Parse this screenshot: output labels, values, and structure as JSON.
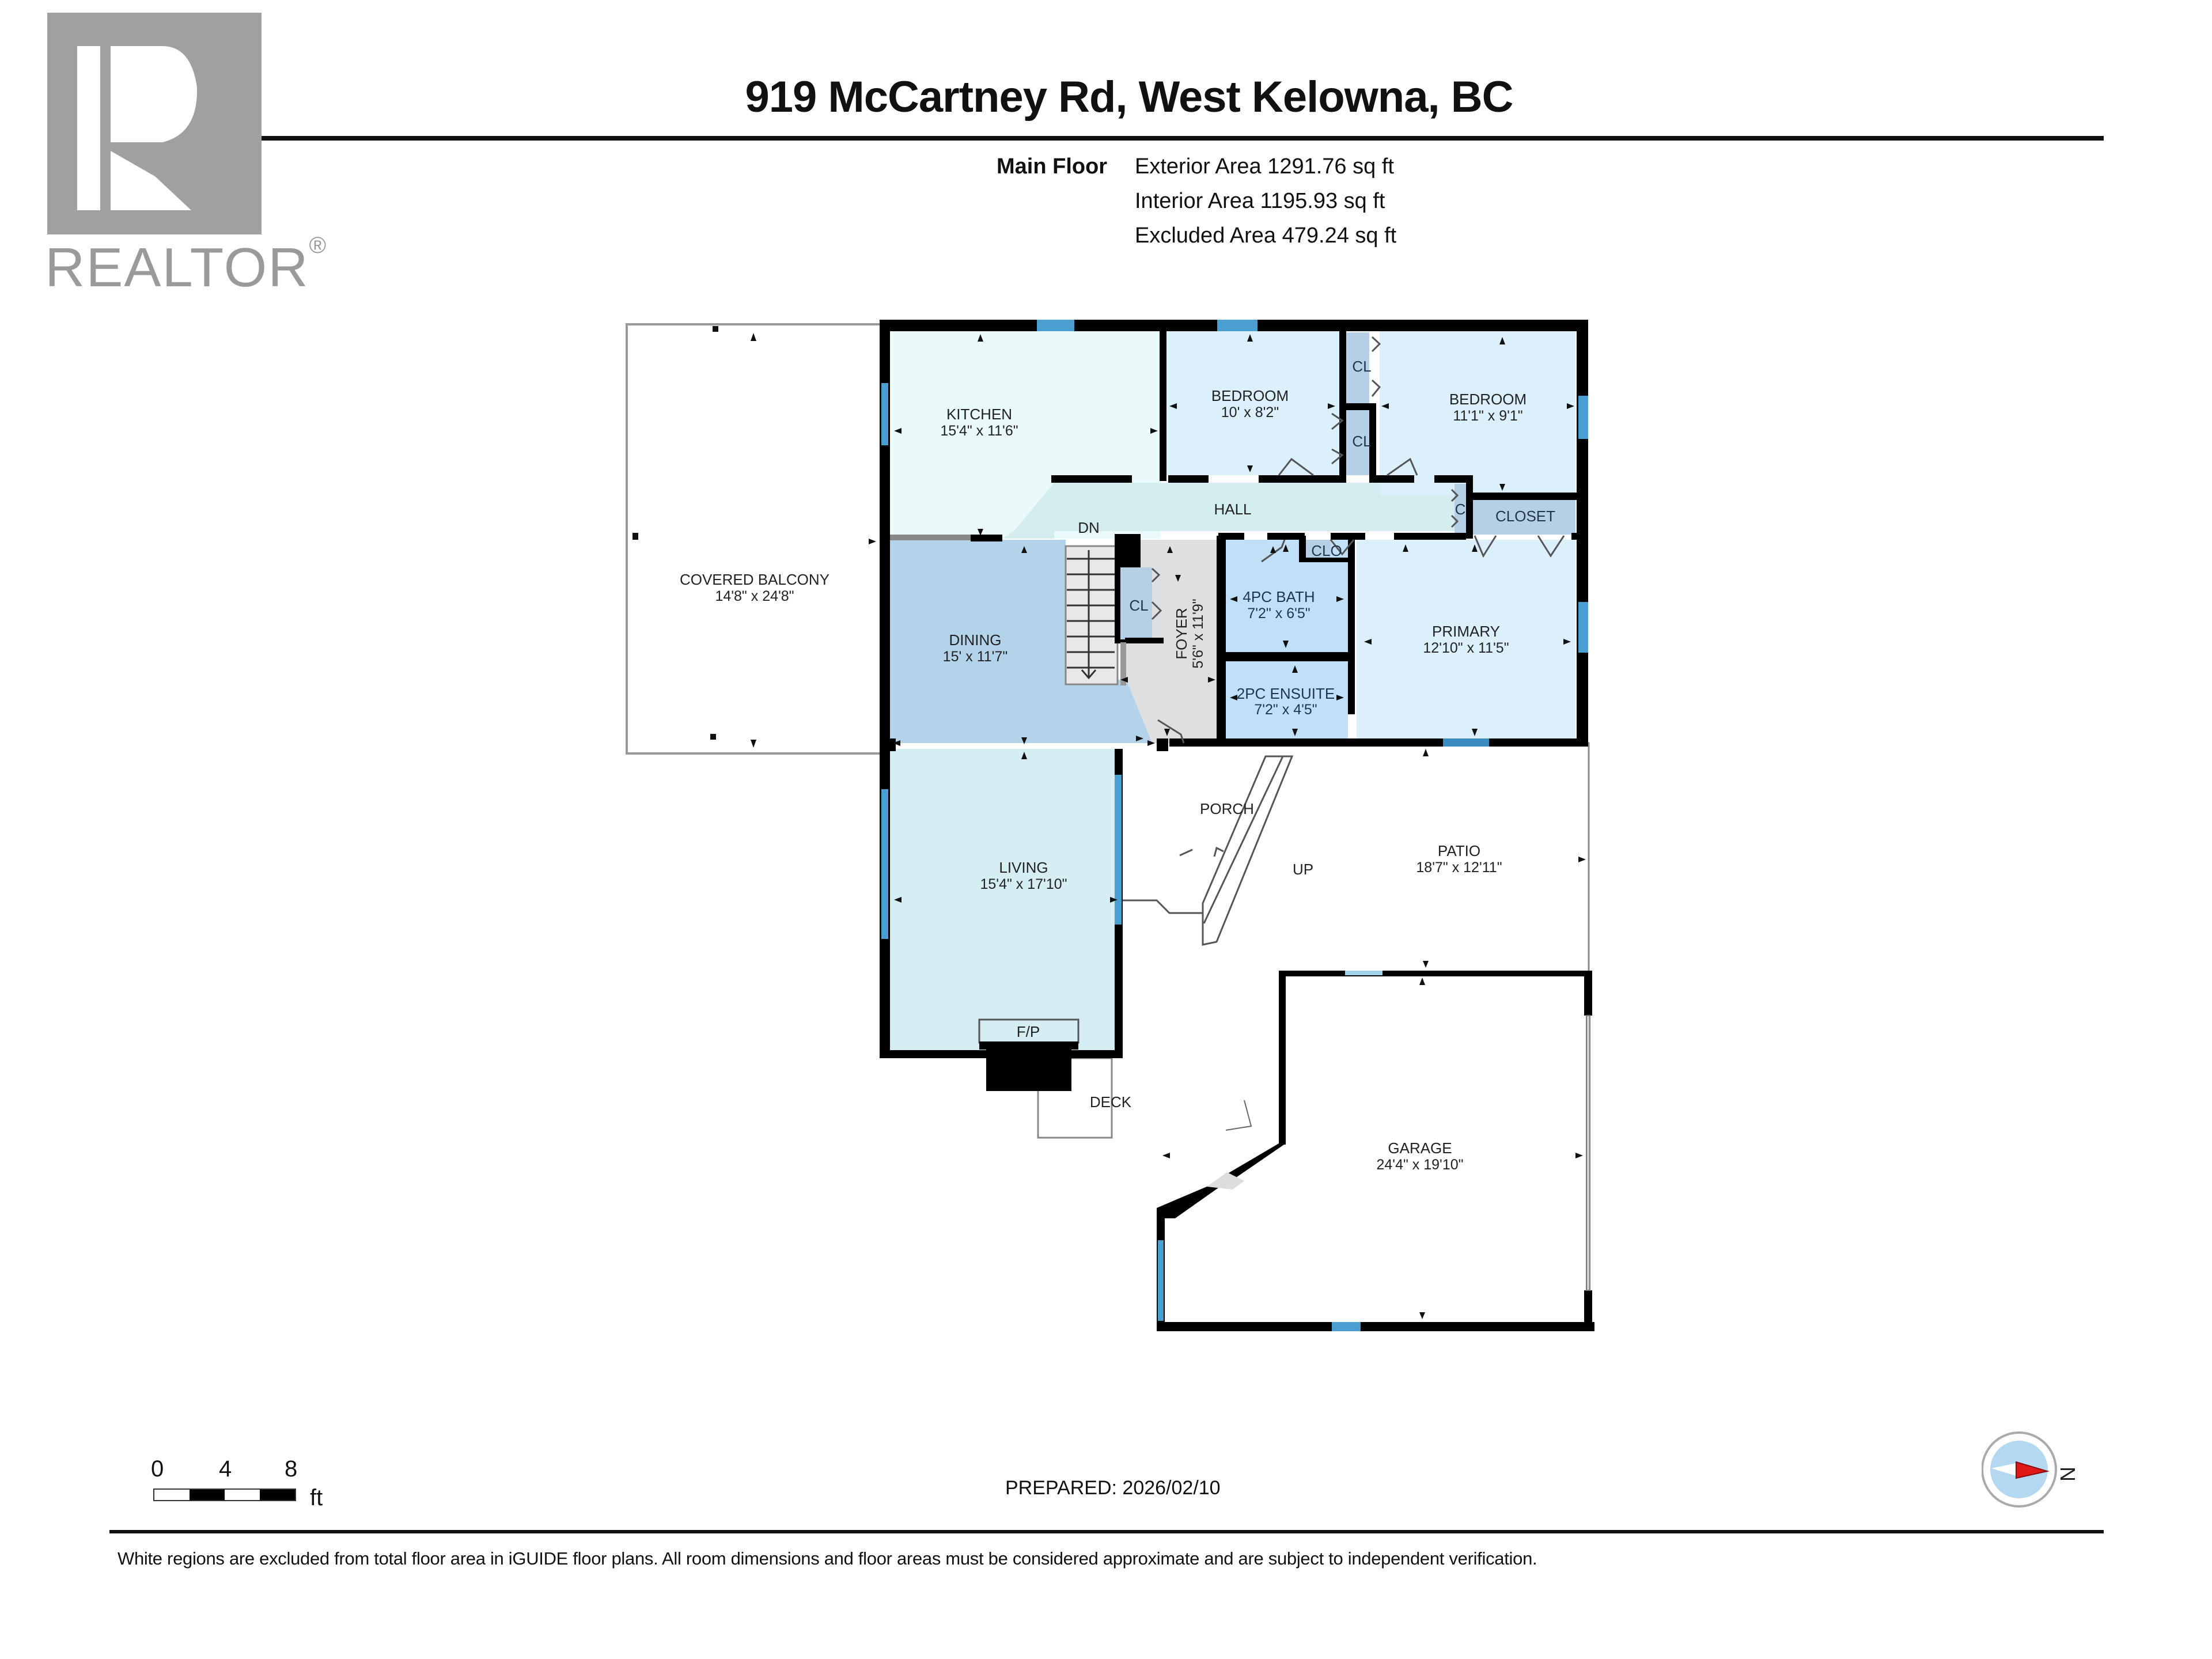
{
  "header": {
    "title": "919 McCartney Rd, West Kelowna, BC",
    "logo": {
      "icon": "realtor-r-logo-icon",
      "wordmark": "REALTOR",
      "registered": "®"
    }
  },
  "areas": {
    "floor_label": "Main Floor",
    "lines": [
      "Exterior Area 1291.76 sq ft",
      "Interior Area 1195.93 sq ft",
      "Excluded Area 479.24 sq ft"
    ]
  },
  "rooms": {
    "covered_balcony": {
      "name": "COVERED BALCONY",
      "dim": "14'8\" x 24'8\""
    },
    "kitchen": {
      "name": "KITCHEN",
      "dim": "15'4\" x 11'6\""
    },
    "bedroom_1": {
      "name": "BEDROOM",
      "dim": "10' x 8'2\""
    },
    "bedroom_2": {
      "name": "BEDROOM",
      "dim": "11'1\" x 9'1\""
    },
    "hall": {
      "name": "HALL"
    },
    "closet": {
      "name": "CLOSET"
    },
    "cl_1": {
      "name": "CL"
    },
    "cl_2": {
      "name": "CL"
    },
    "cl_3": {
      "name": "CL"
    },
    "c": {
      "name": "C"
    },
    "clo": {
      "name": "CLO"
    },
    "dining": {
      "name": "DINING",
      "dim": "15' x 11'7\""
    },
    "foyer": {
      "name": "FOYER",
      "dim": "5'6\" x 11'9\""
    },
    "bath_4pc": {
      "name": "4PC BATH",
      "dim": "7'2\" x 6'5\""
    },
    "ensuite_2pc": {
      "name": "2PC ENSUITE",
      "dim": "7'2\" x 4'5\""
    },
    "primary": {
      "name": "PRIMARY",
      "dim": "12'10\" x 11'5\""
    },
    "porch": {
      "name": "PORCH"
    },
    "patio": {
      "name": "PATIO",
      "dim": "18'7\" x 12'11\""
    },
    "living": {
      "name": "LIVING",
      "dim": "15'4\" x 17'10\""
    },
    "fireplace": {
      "name": "F/P"
    },
    "deck": {
      "name": "DECK"
    },
    "garage": {
      "name": "GARAGE",
      "dim": "24'4\" x 19'10\""
    },
    "stairs_down": {
      "name": "DN"
    },
    "stairs_up": {
      "name": "UP"
    }
  },
  "colors": {
    "wall": "#000000",
    "window": "#4a9fd0",
    "kitchen_fill": "#eafafb",
    "living_fill": "#d4eef3",
    "dining_fill": "#b3d3ea",
    "bedroom_fill": "#dcf0fb",
    "bath_fill": "#bfe0f6",
    "closet_fill": "#b4cfe6",
    "hall_fill": "#d4eef0",
    "foyer_fill": "#dedfe0",
    "excluded_fill": "#ffffff",
    "compass_red": "#e01818",
    "compass_blue": "#b3d8f0",
    "logo_gray": "#a0a0a0"
  },
  "scale_bar": {
    "ticks": [
      "0",
      "4",
      "8"
    ],
    "unit": "ft"
  },
  "compass": {
    "icon": "north-compass-icon",
    "label": "N"
  },
  "footer": {
    "prepared": "PREPARED: 2026/02/10",
    "disclaimer": "White regions are excluded from total floor area in iGUIDE floor plans. All room dimensions and floor areas must be considered approximate and are subject to independent verification."
  }
}
